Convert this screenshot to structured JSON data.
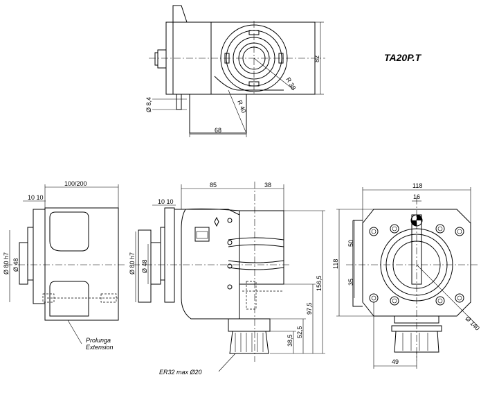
{
  "title": "TA20P.T",
  "top_view": {
    "dim_82": "82",
    "dim_r38": "R 38",
    "dim_r40": "R 40",
    "dim_d84": "Ø 8,4",
    "dim_68": "68"
  },
  "left_view": {
    "dim_100_200": "100/200",
    "dim_10_10": "10 10",
    "dim_d80h7": "Ø 80  h7",
    "dim_d48": "Ø 48",
    "note_it": "Prolunga",
    "note_en": "Extension"
  },
  "front_view": {
    "dim_85": "85",
    "dim_38": "38",
    "dim_10_10": "10 10",
    "dim_d80h7": "Ø 80 h7",
    "dim_d48": "Ø 48",
    "dim_156_5": "156,5",
    "dim_97_5": "97,5",
    "dim_52_5": "52,5",
    "dim_38_5": "38,5",
    "collet_note": "ER32  max  Ø20"
  },
  "right_view": {
    "dim_118_top": "118",
    "dim_16": "16",
    "dim_50": "50",
    "dim_35": "35",
    "dim_118_side": "118",
    "dim_d140": "Ø 140",
    "dim_49": "49"
  }
}
